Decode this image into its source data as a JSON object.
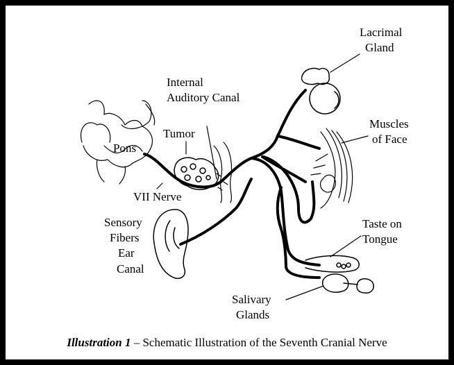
{
  "labels": {
    "lacrimal_1": "Lacrimal",
    "lacrimal_2": "Gland",
    "internal_1": "Internal",
    "internal_2": "Auditory Canal",
    "muscles_1": "Muscles",
    "muscles_2": "of Face",
    "tumor": "Tumor",
    "pons": "Pons",
    "vii_nerve": "VII Nerve",
    "sensory_1": "Sensory",
    "sensory_2": "Fibers",
    "sensory_3": "Ear",
    "sensory_4": "Canal",
    "taste_1": "Taste on",
    "taste_2": "Tongue",
    "salivary_1": "Salivary",
    "salivary_2": "Glands"
  },
  "caption": {
    "prefix": "Illustration 1",
    "text": " – Schematic Illustration of the Seventh Cranial Nerve"
  }
}
